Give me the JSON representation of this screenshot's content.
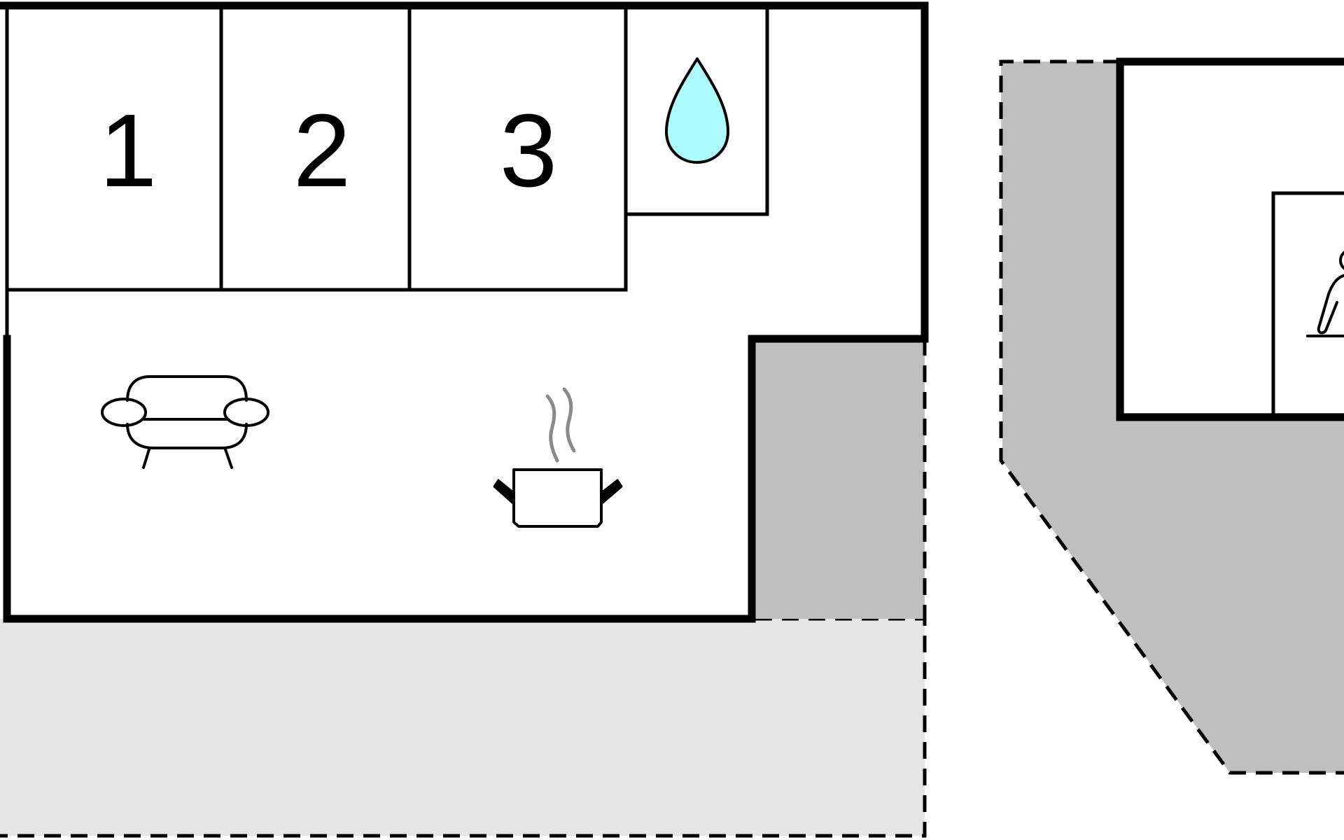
{
  "rooms": [
    {
      "label": "1"
    },
    {
      "label": "2"
    },
    {
      "label": "3"
    }
  ],
  "icons": {
    "bathroom": "water-drop-icon",
    "living": "sofa-icon",
    "kitchen": "cooking-pot-icon",
    "sauna": "sauna-person-icon"
  },
  "colors": {
    "wall": "#000000",
    "covered_terrace": "#bfbfbf",
    "open_terrace": "#e6e6e6",
    "water": "#aefcfd",
    "steam": "#8a8a8a"
  }
}
